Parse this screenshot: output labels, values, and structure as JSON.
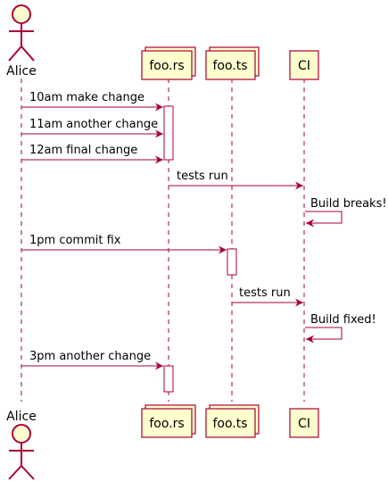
{
  "actors": {
    "alice": {
      "name": "Alice"
    }
  },
  "participants": {
    "foo_rs": {
      "name": "foo.rs"
    },
    "foo_ts": {
      "name": "foo.ts"
    },
    "ci": {
      "name": "CI"
    }
  },
  "messages": [
    {
      "from": "Alice",
      "to": "foo.rs",
      "text": "10am make change"
    },
    {
      "from": "Alice",
      "to": "foo.rs",
      "text": "11am another change"
    },
    {
      "from": "Alice",
      "to": "foo.rs",
      "text": "12am final change"
    },
    {
      "from": "foo.rs",
      "to": "CI",
      "text": "tests run"
    },
    {
      "from": "CI",
      "to": "CI",
      "text": "Build breaks!"
    },
    {
      "from": "Alice",
      "to": "foo.ts",
      "text": "1pm commit fix"
    },
    {
      "from": "foo.ts",
      "to": "CI",
      "text": "tests run"
    },
    {
      "from": "CI",
      "to": "CI",
      "text": "Build fixed!"
    },
    {
      "from": "Alice",
      "to": "foo.rs",
      "text": "3pm another change"
    }
  ],
  "colors": {
    "line": "#a80036",
    "box_fill": "#fefece",
    "activation_fill": "#ffffff",
    "lifeline": "#a80036"
  }
}
